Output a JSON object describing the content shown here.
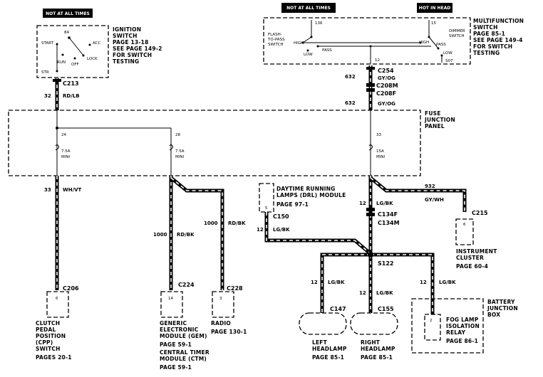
{
  "headers": {
    "ignition": "NOT AT ALL TIMES",
    "multifunction": "NOT AT ALL TIMES",
    "head": "HOT IN HEAD"
  },
  "ignition_switch": {
    "name_l1": "IGNITION",
    "name_l2": "SWITCH",
    "page": "PAGE 13-18",
    "see_l1": "SEE PAGE 149-2",
    "see_l2": "FOR SWITCH",
    "see_l3": "TESTING",
    "pos_start": "START",
    "pos_run": "RUN",
    "pos_off": "OFF",
    "pos_lock": "LOCK",
    "pos_acc": "ACC",
    "pin_top": "84",
    "pin_bottom": "STR"
  },
  "multifunction_switch": {
    "name_l1": "MULTIFUNCTION",
    "name_l2": "SWITCH",
    "page": "PAGE 85-1",
    "see_l1": "SEE PAGE 149-4",
    "see_l2": "FOR SWITCH",
    "see_l3": "TESTING",
    "flash_l1": "FLASH-",
    "flash_l2": "TO-PASS",
    "flash_l3": "SWITCH",
    "dimmer_l1": "DIMMER",
    "dimmer_l2": "SWITCH",
    "high_left": "HIGH",
    "low_left": "LOW",
    "pass_left": "PASS",
    "high_right": "HIGH",
    "low_right": "LOW",
    "pass_right": "PASS",
    "pin_136": "136",
    "pin_15": "15",
    "pin_12": "12",
    "pin_s07": "S07"
  },
  "fuse_panel": {
    "label_l1": "FUSE",
    "label_l2": "JUNCTION",
    "label_l3": "PANEL",
    "fuse1_num": "24",
    "fuse1_rating": "7.5A",
    "fuse1_type": "MINI",
    "fuse2_num": "28",
    "fuse2_rating": "7.5A",
    "fuse2_type": "MINI",
    "fuse3_num": "33",
    "fuse3_rating": "15A",
    "fuse3_type": "MINI"
  },
  "connectors": {
    "c213": "C213",
    "c254": "C254",
    "c208m": "C208M",
    "c208f": "C208F",
    "c150": "C150",
    "c134f": "C134F",
    "c134m": "C134M",
    "s122": "S122",
    "c215": "C215",
    "c206": "C206",
    "c224": "C224",
    "c228": "C228",
    "c147": "C147",
    "c155": "C155"
  },
  "wires": {
    "w32_num": "32",
    "w32_color": "RD/LB",
    "w632a_num": "632",
    "w632a_color": "GY/OG",
    "w632b_num": "632",
    "w632b_color": "GY/OG",
    "w33_num": "33",
    "w33_color": "WH/VT",
    "w1000a_num": "1000",
    "w1000a_color": "RD/BK",
    "w1000b_num": "1000",
    "w1000b_color": "RD/BK",
    "w932_num": "932",
    "w932_color": "GY/WH",
    "w12_drl_num": "12",
    "w12_drl_color": "LG/BK",
    "w12_main_num": "12",
    "w12_main_color": "LG/BK",
    "w12_left_num": "12",
    "w12_left_color": "LG/BK",
    "w12_right_num": "12",
    "w12_right_color": "LG/BK",
    "w12_fog_num": "12",
    "w12_fog_color": "LG/BK"
  },
  "components": {
    "drl_l1": "DAYTIME RUNNING",
    "drl_l2": "LAMPS (DRL) MODULE",
    "drl_page": "PAGE 97-1",
    "drl_pin": "5",
    "cluster_l1": "INSTRUMENT",
    "cluster_l2": "CLUSTER",
    "cluster_page": "PAGE 60-4",
    "cluster_pin": "6",
    "cpp_l1": "CLUTCH",
    "cpp_l2": "PEDAL",
    "cpp_l3": "POSITION",
    "cpp_l4": "(CPP)",
    "cpp_l5": "SWITCH",
    "cpp_page": "PAGES 20-1",
    "cpp_pin": "6",
    "gem_l1": "GENERIC",
    "gem_l2": "ELECTRONIC",
    "gem_l3": "MODULE (GEM)",
    "gem_page": "PAGE 59-1",
    "ctm_l1": "CENTRAL TIMER",
    "ctm_l2": "MODULE (CTM)",
    "ctm_page": "PAGE 59-1",
    "gem_pin": "14",
    "radio_l1": "RADIO",
    "radio_page": "PAGE 130-1",
    "radio_pin": "3",
    "lhead_l1": "LEFT",
    "lhead_l2": "HEADLAMP",
    "lhead_page": "PAGE 85-1",
    "rhead_l1": "RIGHT",
    "rhead_l2": "HEADLAMP",
    "rhead_page": "PAGE 85-1",
    "bjb_l1": "BATTERY",
    "bjb_l2": "JUNCTION",
    "bjb_l3": "BOX",
    "fog_l1": "FOG LAMP",
    "fog_l2": "ISOLATION",
    "fog_l3": "RELAY",
    "fog_page": "PAGE 86-1",
    "fog_pin": "2"
  }
}
